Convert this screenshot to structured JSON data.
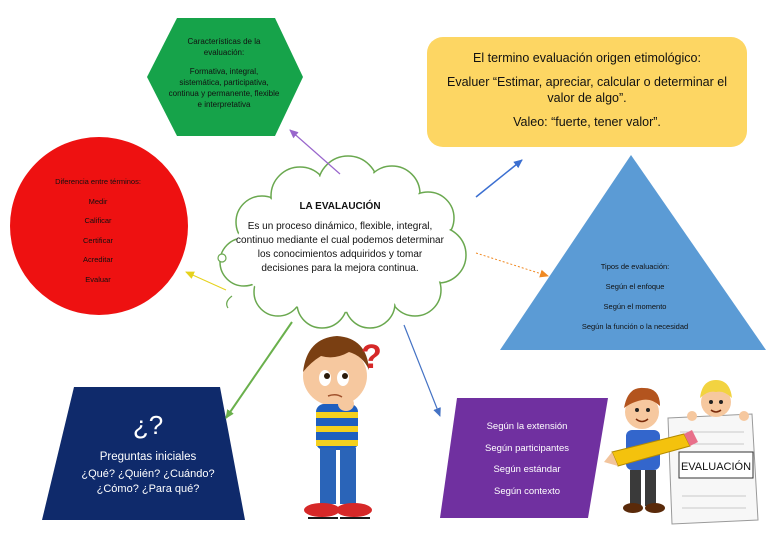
{
  "hexagon": {
    "title": "Características de la evaluación:",
    "body": "Formativa, integral, sistemática, participativa, continua y permanente, flexible e interpretativa",
    "color": "#16a34a"
  },
  "origin_box": {
    "line1": "El termino evaluación origen etimológico:",
    "line2": "Evaluer “Estimar, apreciar, calcular o determinar el valor de algo”.",
    "line3": "Valeo: “fuerte, tener valor”.",
    "color": "#fdd663"
  },
  "circle": {
    "title": "Diferencia entre términos:",
    "items": [
      "Medir",
      "Calificar",
      "Certificar",
      "Acreditar",
      "Evaluar"
    ],
    "color": "#ee1111"
  },
  "cloud": {
    "title": "LA EVALAUCIÓN",
    "body": "Es un proceso dinámico, flexible, integral, continuo mediante el cual podemos determinar los conocimientos adquiridos y tomar decisiones para la mejora continua."
  },
  "triangle": {
    "title": "Tipos de evaluación:",
    "items": [
      "Según el enfoque",
      "Según el momento",
      "Según la función o la necesidad"
    ],
    "color": "#5b9bd5"
  },
  "questions_box": {
    "symbol": "¿?",
    "title": "Preguntas iniciales",
    "line1": "¿Qué? ¿Quién? ¿Cuándo?",
    "line2": "¿Cómo? ¿Para qué?",
    "color": "#0f2a6b"
  },
  "purple_box": {
    "items": [
      "Según la extensión",
      "Según participantes",
      "Según estándar",
      "Según contexto"
    ],
    "color": "#7030a0"
  },
  "illustrations": {
    "question_mark": "?",
    "banner_label": "EVALUACIÓN"
  }
}
